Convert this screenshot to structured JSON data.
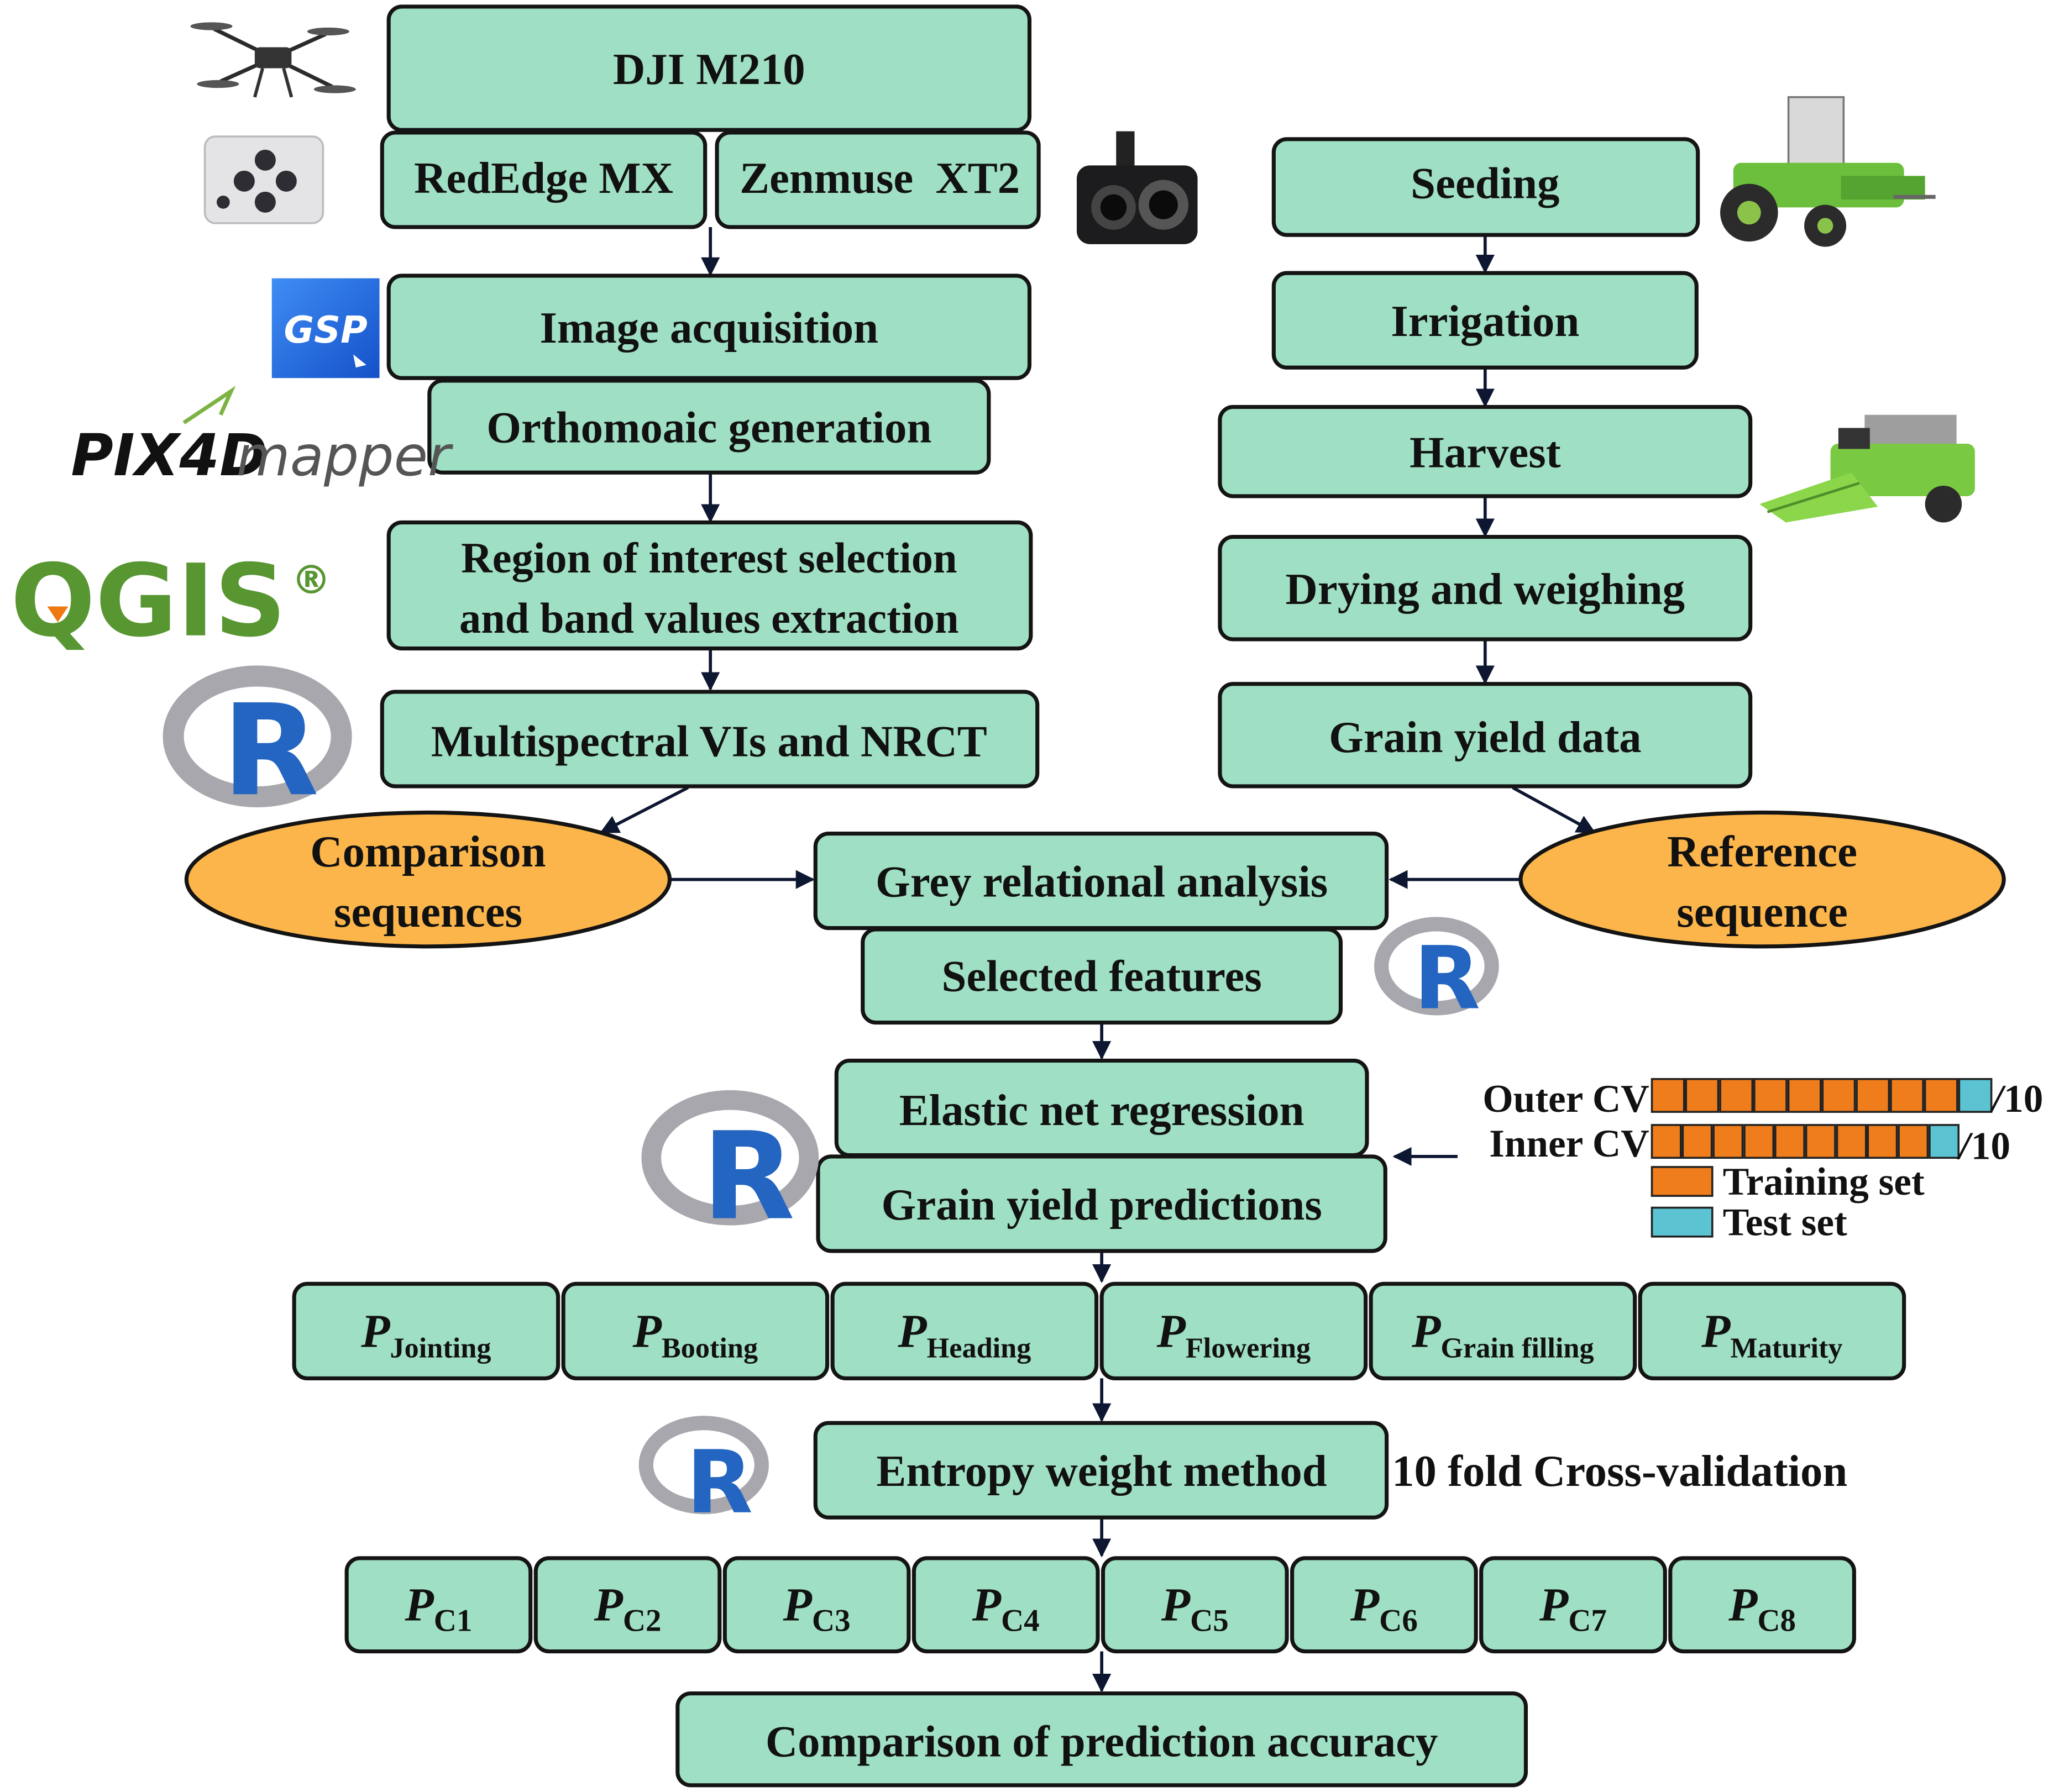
{
  "colors": {
    "box_fill": "#9fdfc3",
    "ellipse_fill": "#fbb54b",
    "training_color": "#f07d1c",
    "test_color": "#5bc3d2",
    "qgis_green": "#589632",
    "qgis_orange": "#ee7913",
    "r_blue": "#2365c0",
    "gsp_blue": "#1f6fe0"
  },
  "uav": {
    "platform": "DJI M210",
    "sensor_left": "RedEdge MX",
    "sensor_right": "Zenmuse  XT2",
    "icons": [
      "drone-icon",
      "multispectral-camera-icon",
      "thermal-camera-icon"
    ]
  },
  "image_pipeline": {
    "acquisition": "Image acquisition",
    "orthomosaic": "Orthomoaic generation",
    "roi_line1": "Region of interest selection",
    "roi_line2": "and band values extraction",
    "vis": "Multispectral VIs and NRCT"
  },
  "software": {
    "gsp": "GSP",
    "pix4d_bold": "PIX4D",
    "pix4d_light": "mapper",
    "qgis": "QGIS",
    "qgis_mark": "®",
    "r_letter": "R"
  },
  "field_pipeline": {
    "seeding": "Seeding",
    "irrigation": "Irrigation",
    "harvest": "Harvest",
    "drying": "Drying and weighing",
    "yield": "Grain yield data",
    "icons": [
      "seeder-tractor-icon",
      "combine-harvester-icon"
    ]
  },
  "grey_relational": {
    "comparison_line1": "Comparison",
    "comparison_line2": "sequences",
    "reference_line1": "Reference",
    "reference_line2": "sequence",
    "analysis": "Grey relational analysis",
    "selected": "Selected features"
  },
  "modeling": {
    "elastic": "Elastic net regression",
    "predictions": "Grain yield predictions"
  },
  "cv_legend": {
    "outer_label": "Outer CV",
    "inner_label": "Inner CV",
    "outer_count": "10",
    "inner_count": "10",
    "outer_slash": "/",
    "inner_slash": "/",
    "outer_training_folds": 9,
    "outer_test_folds": 1,
    "inner_training_folds": 9,
    "inner_test_folds": 1,
    "training_label": "Training set",
    "test_label": "Test set"
  },
  "stages": [
    {
      "p": "P",
      "sub": "Jointing"
    },
    {
      "p": "P",
      "sub": "Booting"
    },
    {
      "p": "P",
      "sub": "Heading"
    },
    {
      "p": "P",
      "sub": "Flowering"
    },
    {
      "p": "P",
      "sub": "Grain filling"
    },
    {
      "p": "P",
      "sub": "Maturity"
    }
  ],
  "entropy": {
    "method": "Entropy weight method",
    "cv_note": "10 fold Cross-validation"
  },
  "combinations": [
    {
      "p": "P",
      "sub": "C1"
    },
    {
      "p": "P",
      "sub": "C2"
    },
    {
      "p": "P",
      "sub": "C3"
    },
    {
      "p": "P",
      "sub": "C4"
    },
    {
      "p": "P",
      "sub": "C5"
    },
    {
      "p": "P",
      "sub": "C6"
    },
    {
      "p": "P",
      "sub": "C7"
    },
    {
      "p": "P",
      "sub": "C8"
    }
  ],
  "final": {
    "comparison": "Comparison of prediction accuracy"
  }
}
